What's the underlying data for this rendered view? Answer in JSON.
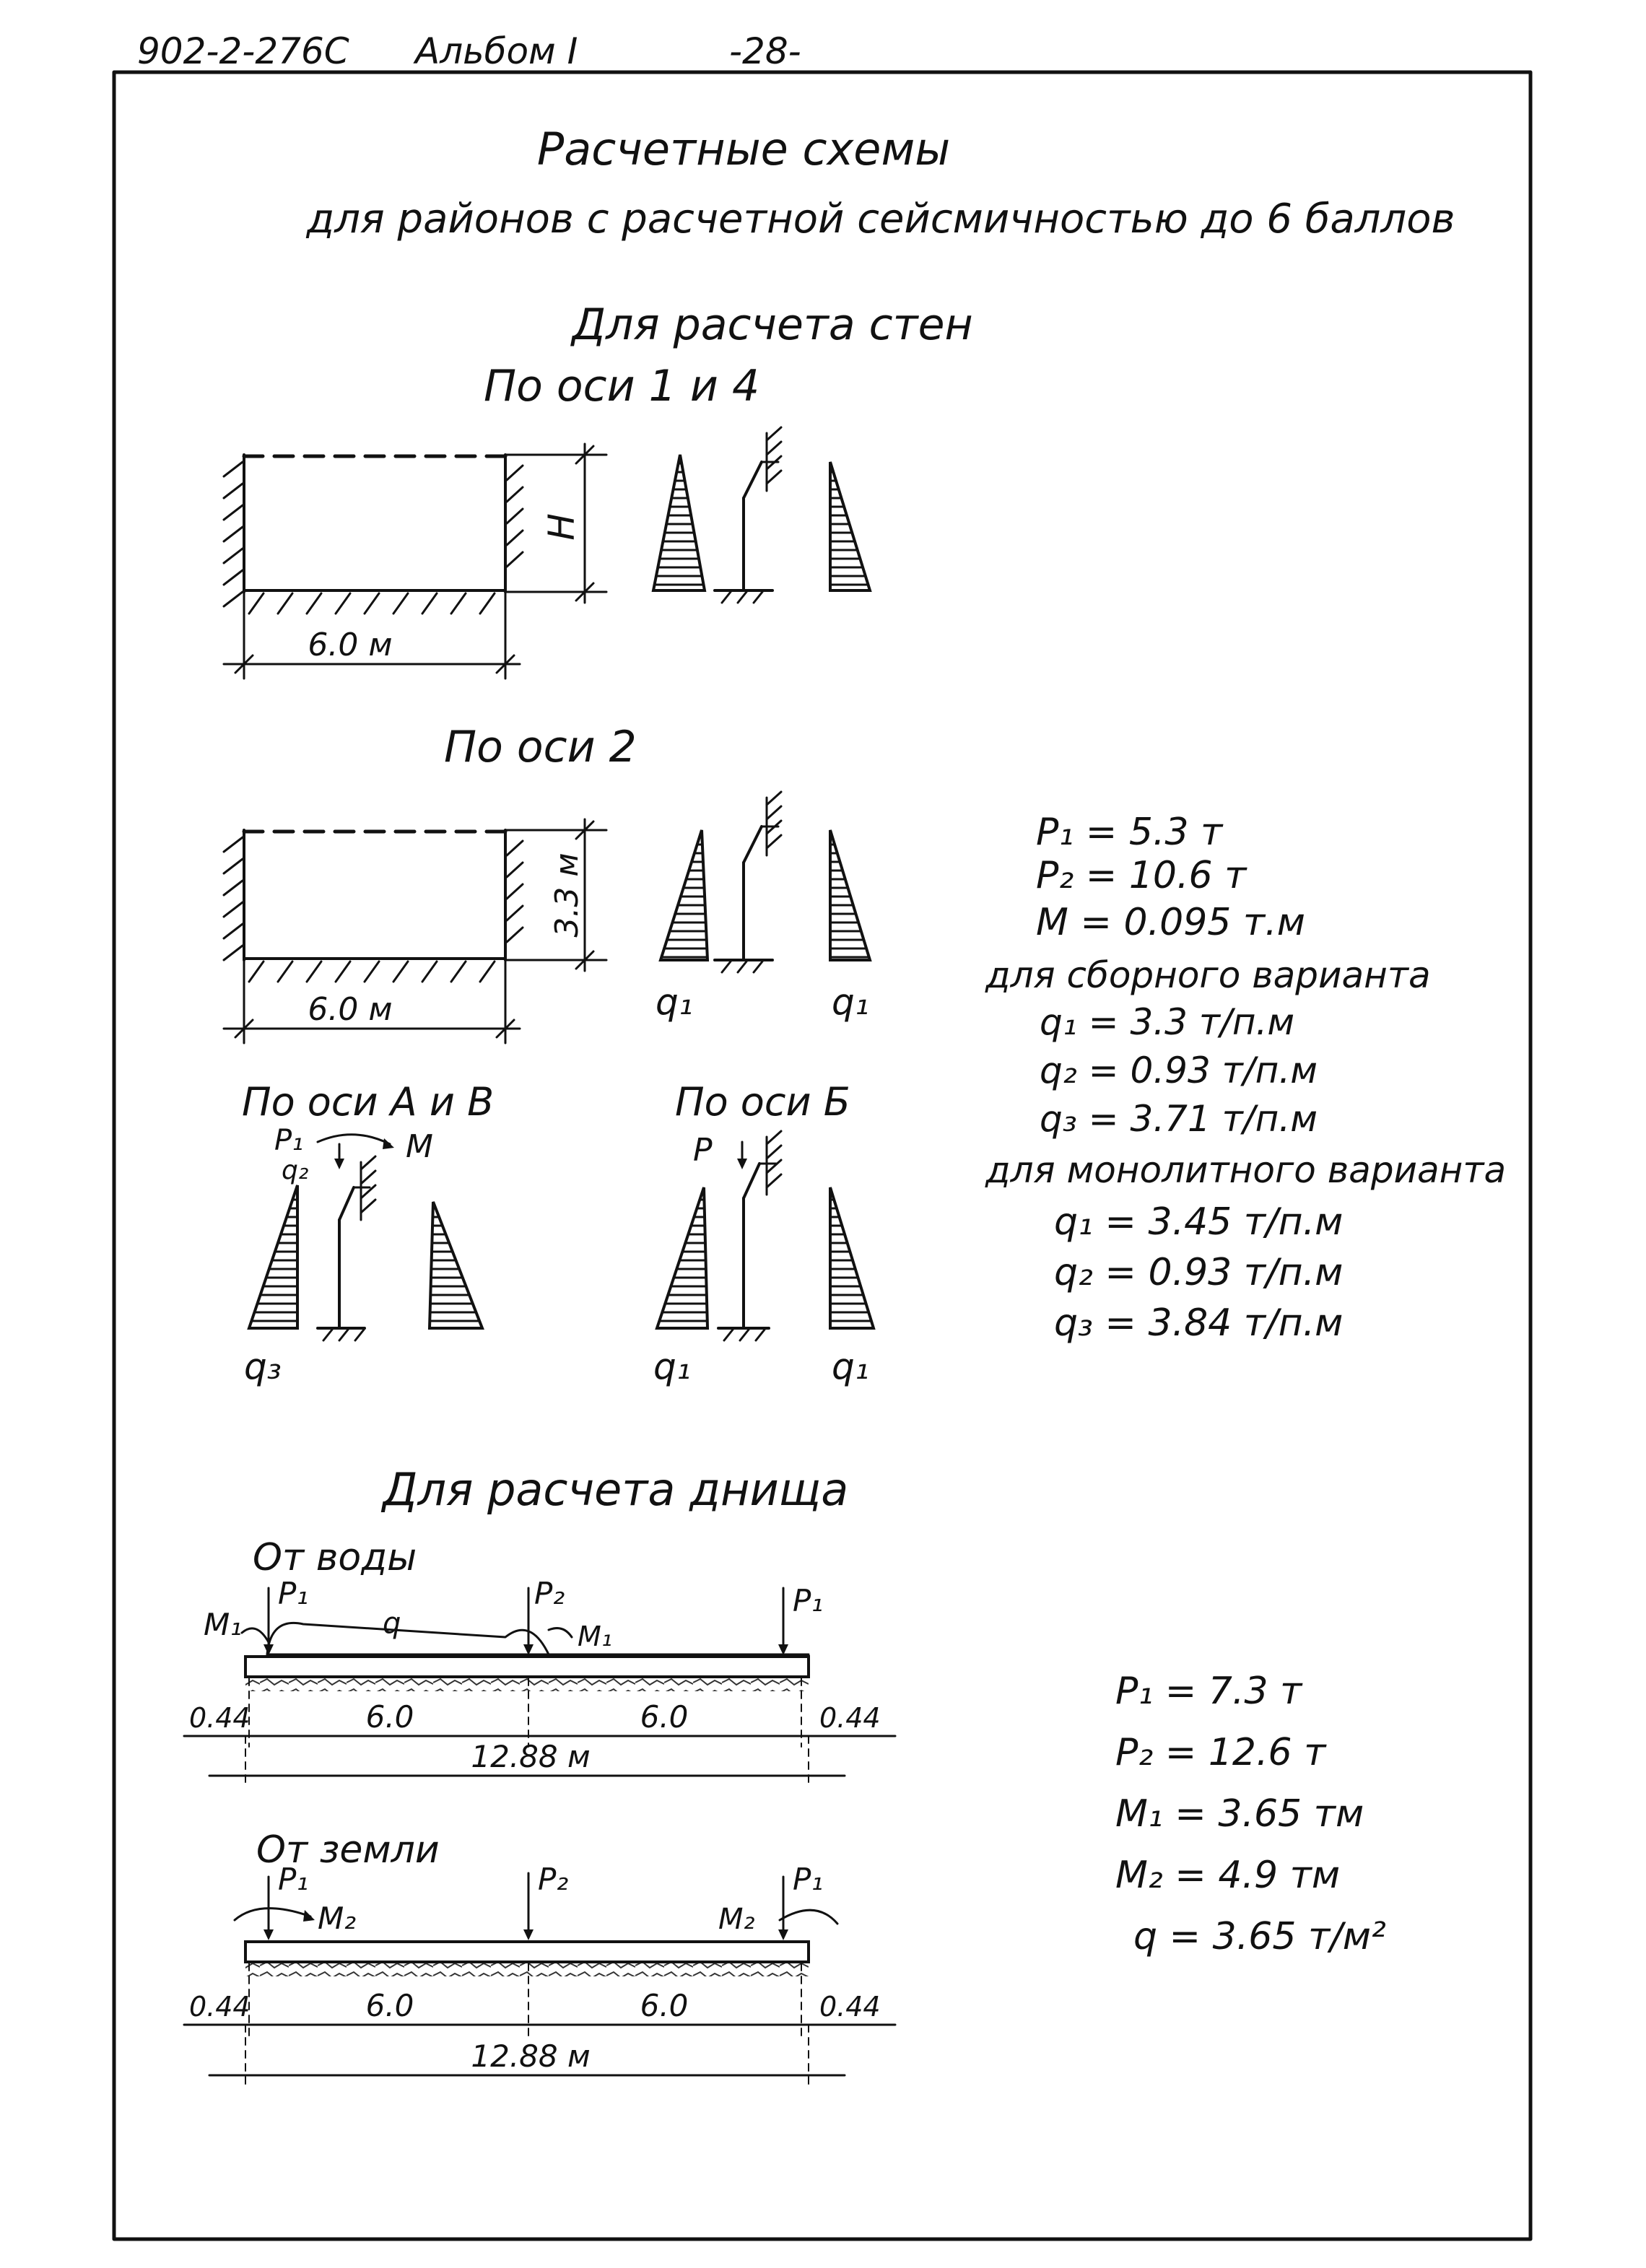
{
  "header": {
    "code": "902-2-276С",
    "album": "Альбом I",
    "page": "-28-"
  },
  "title": {
    "line1": "Расчетные  схемы",
    "line2": "для районов  с расчетной сейсмичностью до 6 баллов"
  },
  "walls": {
    "heading": "Для расчета стен",
    "axis14": {
      "label": "По оси 1 и 4",
      "height_label": "Н",
      "span_label": "6.0 м"
    },
    "axis2": {
      "label": "По оси 2",
      "height_label": "3.3 м",
      "span_label": "6.0 м",
      "q_left": "q₁",
      "q_right": "q₁"
    },
    "axisAB": {
      "label": "По оси А и В",
      "p": "P₁",
      "q": "q₂",
      "m": "М",
      "q_bottom": "q₃"
    },
    "axisB": {
      "label": "По оси Б",
      "p": "P",
      "q_left": "q₁",
      "q_right": "q₁"
    },
    "values": {
      "p1": "P₁ = 5.3 т",
      "p2": "P₂ = 10.6 т",
      "m": "М = 0.095 т.м",
      "prefab_heading": "для сборного варианта",
      "prefab_q1": "q₁ = 3.3 т/п.м",
      "prefab_q2": "q₂ = 0.93 т/п.м",
      "prefab_q3": "q₃ = 3.71 т/п.м",
      "mono_heading": "для монолитного варианта",
      "mono_q1": "q₁ = 3.45 т/п.м",
      "mono_q2": "q₂ = 0.93 т/п.м",
      "mono_q3": "q₃ = 3.84 т/п.м"
    }
  },
  "bottom": {
    "heading": "Для расчета днища",
    "water": {
      "label": "От воды",
      "m_left": "М₁",
      "p1": "P₁",
      "q": "q",
      "p2": "P₂",
      "m_mid": "М₁",
      "p_right": "P₁",
      "dim_left": "0.44",
      "dim_span1": "6.0",
      "dim_span2": "6.0",
      "dim_right": "0.44",
      "dim_total": "12.88 м"
    },
    "soil": {
      "label": "От земли",
      "p1": "P₁",
      "m1": "М₂",
      "p2": "P₂",
      "m2": "М₂",
      "p3": "P₁",
      "dim_left": "0.44",
      "dim_span1": "6.0",
      "dim_span2": "6.0",
      "dim_right": "0.44",
      "dim_total": "12.88 м"
    },
    "values": {
      "p1": "P₁ = 7.3 т",
      "p2": "P₂ = 12.6 т",
      "m1": "М₁ = 3.65 тм",
      "m2": "М₂ = 4.9 тм",
      "q": "q = 3.65 т/м²"
    }
  }
}
